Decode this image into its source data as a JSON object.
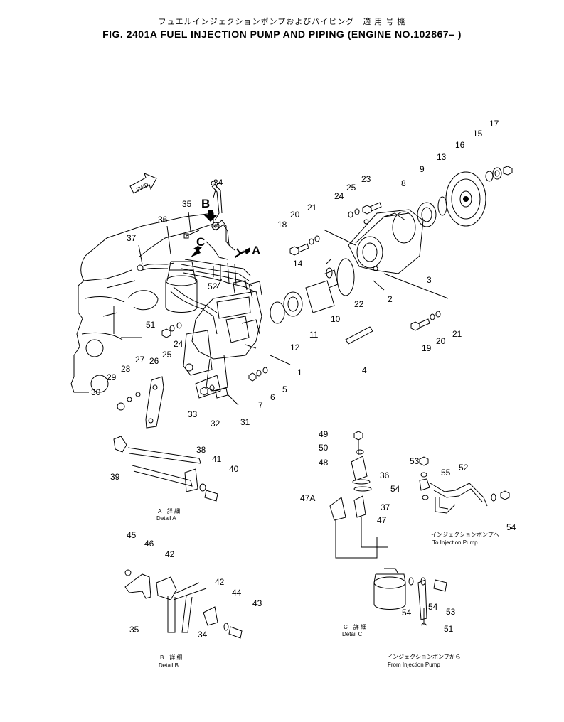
{
  "header": {
    "jp_title": "フュエルインジェクションポンプおよびパイピング　適 用 号 機",
    "en_title": "FIG. 2401A  FUEL INJECTION PUMP AND PIPING (ENGINE NO.102867– )"
  },
  "fwd_label": "FWD",
  "view_letters": {
    "a": "A",
    "b": "B",
    "c": "C"
  },
  "details": {
    "a": {
      "jp": "A　詳 細",
      "en": "Detail A"
    },
    "b": {
      "jp": "B　詳 細",
      "en": "Detail B"
    },
    "c": {
      "jp": "C　詳 細",
      "en": "Detail C"
    }
  },
  "pipe_notes": {
    "to_pump_jp": "インジェクションポンプへ",
    "to_pump_en": "To Injection Pump",
    "from_pump_jp": "インジェクションポンプから",
    "from_pump_en": "From Injection Pump"
  },
  "part_numbers": {
    "n1": "1",
    "n2": "2",
    "n3": "3",
    "n4": "4",
    "n5": "5",
    "n6": "6",
    "n7": "7",
    "n8": "8",
    "n9": "9",
    "n10": "10",
    "n11": "11",
    "n12": "12",
    "n13": "13",
    "n14": "14",
    "n15": "15",
    "n16": "16",
    "n17": "17",
    "n18": "18",
    "n19": "19",
    "n20a": "20",
    "n20b": "20",
    "n21a": "21",
    "n21b": "21",
    "n22": "22",
    "n23": "23",
    "n24a": "24",
    "n24b": "24",
    "n25a": "25",
    "n25b": "25",
    "n26": "26",
    "n27": "27",
    "n28": "28",
    "n29": "29",
    "n30": "30",
    "n31": "31",
    "n32": "32",
    "n33": "33",
    "n34a": "34",
    "n34b": "34",
    "n35a": "35",
    "n35b": "35",
    "n36a": "36",
    "n36b": "36",
    "n37a": "37",
    "n37b": "37",
    "n38": "38",
    "n39": "39",
    "n40": "40",
    "n41": "41",
    "n42a": "42",
    "n42b": "42",
    "n43": "43",
    "n44": "44",
    "n45": "45",
    "n46": "46",
    "n47": "47",
    "n47a": "47A",
    "n48": "48",
    "n49": "49",
    "n50": "50",
    "n51a": "51",
    "n51b": "51",
    "n52a": "52",
    "n52b": "52",
    "n53a": "53",
    "n53b": "53",
    "n54a": "54",
    "n54b": "54",
    "n54c": "54",
    "n54d": "54",
    "n55": "55"
  }
}
